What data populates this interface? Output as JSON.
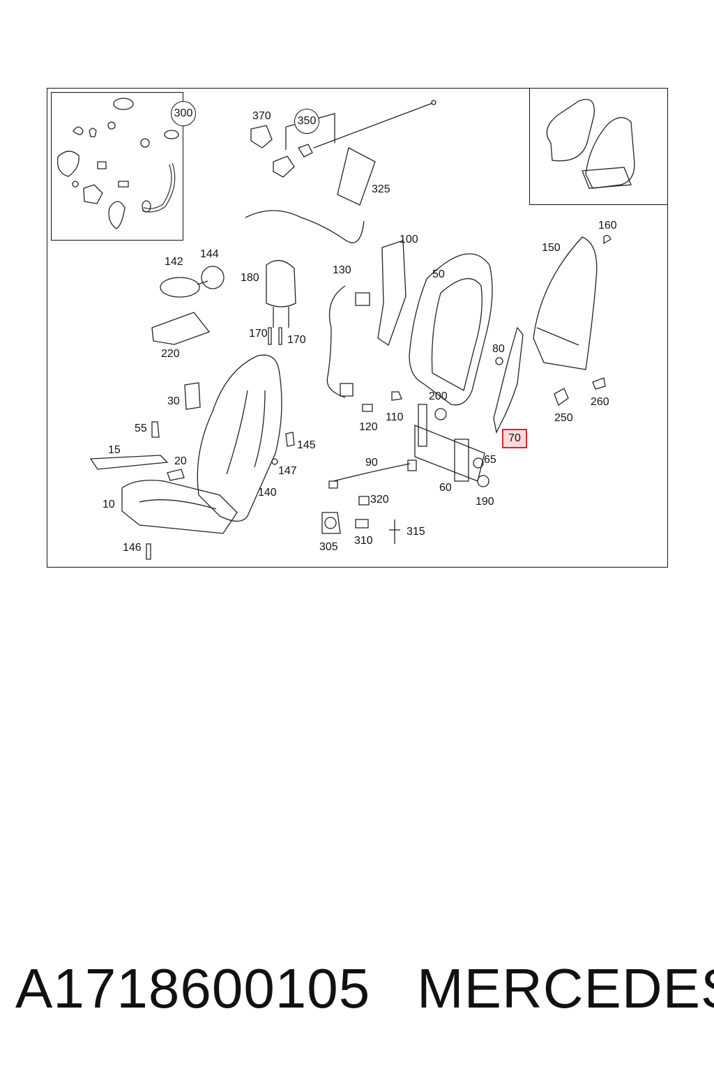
{
  "footer": {
    "part_number": "A1718600105",
    "brand": "MERCEDES"
  },
  "highlight_color": "#e0242b",
  "callouts": {
    "c300": "300",
    "c370": "370",
    "c350": "350",
    "c325": "325",
    "c100": "100",
    "c160": "160",
    "c150": "150",
    "c142": "142",
    "c144": "144",
    "c180": "180",
    "c130": "130",
    "c50": "50",
    "c220": "220",
    "c170a": "170",
    "c170b": "170",
    "c80": "80",
    "c30": "30",
    "c200": "200",
    "c260": "260",
    "c120": "120",
    "c110": "110",
    "c250": "250",
    "c55": "55",
    "c145": "145",
    "c70": "70",
    "c15": "15",
    "c90": "90",
    "c65": "65",
    "c20": "20",
    "c147": "147",
    "c60": "60",
    "c190": "190",
    "c140": "140",
    "c320": "320",
    "c10": "10",
    "c315": "315",
    "c310": "310",
    "c305": "305",
    "c146": "146"
  },
  "highlighted_part": "70"
}
